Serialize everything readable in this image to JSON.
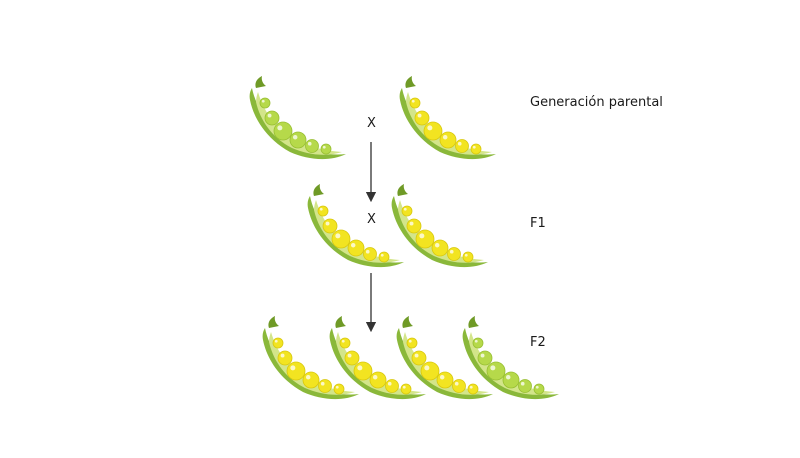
{
  "labels": {
    "parental": "Generación parental",
    "f1": "F1",
    "f2": "F2",
    "cross": "X"
  },
  "colors": {
    "pod": "#8ab83a",
    "pod_dark": "#6f9a26",
    "pod_inner": "#d3e58a",
    "pea_yellow": "#f2e421",
    "pea_yellow_edge": "#d8c80e",
    "pea_green": "#b6d94a",
    "pea_green_edge": "#98bf32",
    "arrow": "#333333"
  },
  "generations": [
    {
      "name": "parental",
      "peas": [
        "green",
        "yellow"
      ]
    },
    {
      "name": "F1",
      "peas": [
        "yellow",
        "yellow"
      ]
    },
    {
      "name": "F2",
      "peas": [
        "yellow",
        "yellow",
        "yellow",
        "green"
      ]
    }
  ]
}
